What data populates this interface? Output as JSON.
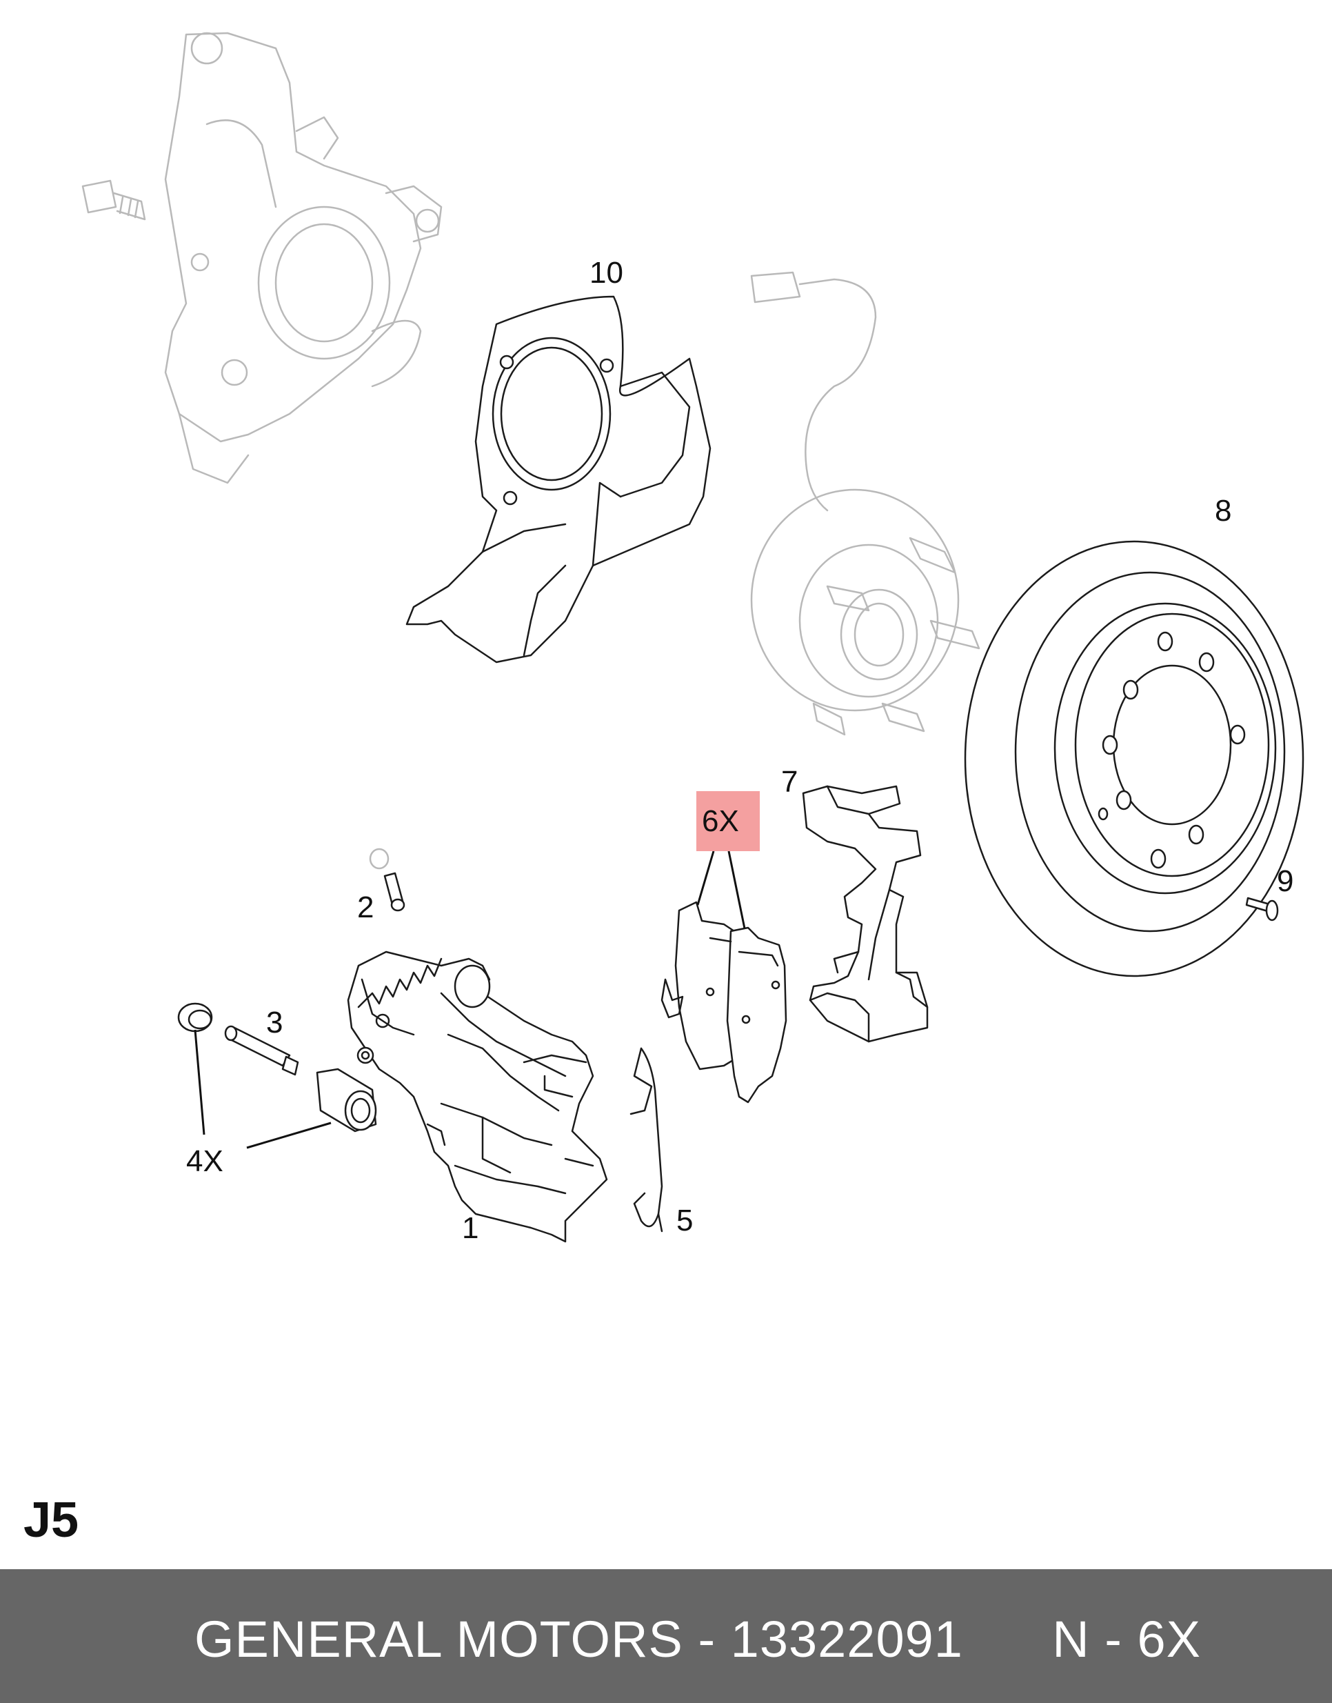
{
  "diagram": {
    "callouts": {
      "c1": "1",
      "c2": "2",
      "c3": "3",
      "c4x": "4X",
      "c5": "5",
      "c6x": "6X",
      "c7": "7",
      "c8": "8",
      "c9": "9",
      "c10": "10"
    },
    "highlight_color": "#f4a0a0"
  },
  "page_code": "J5",
  "footer": {
    "text": "GENERAL MOTORS - 13322091      N - 6X",
    "background": "#666666",
    "text_color": "#ffffff"
  }
}
